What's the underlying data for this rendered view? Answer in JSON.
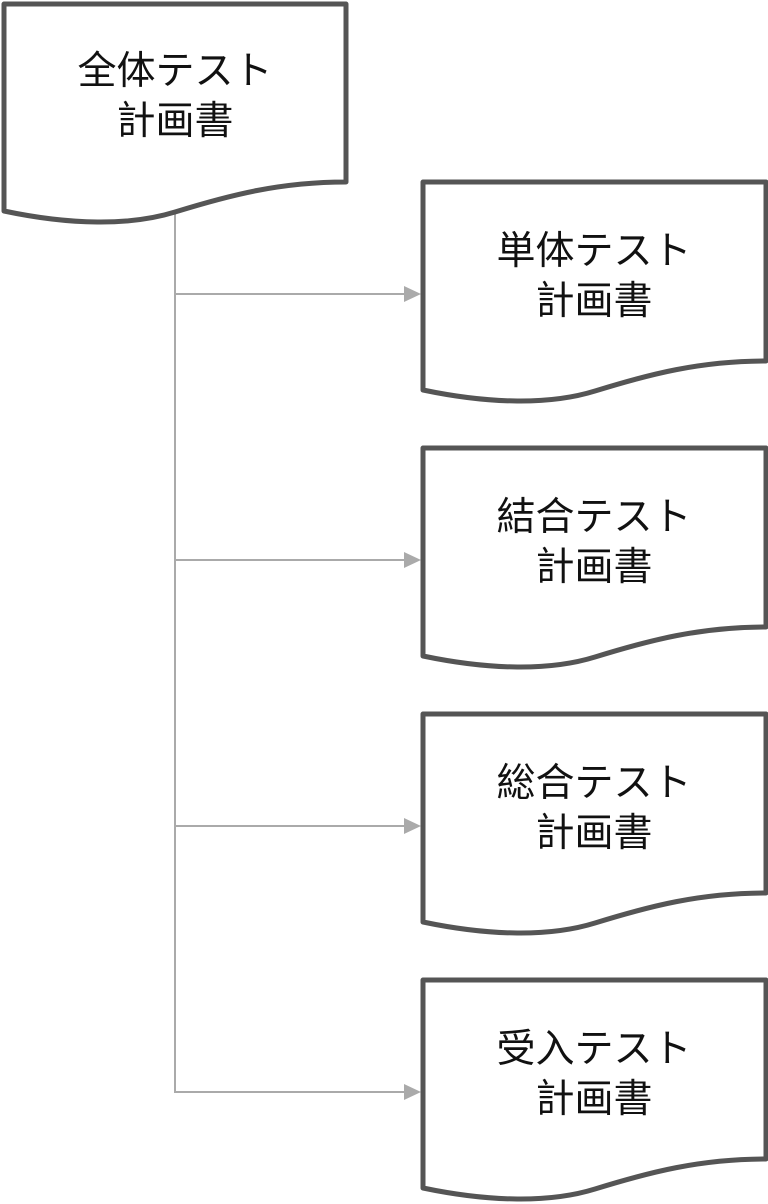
{
  "root": {
    "line1": "全体テスト",
    "line2": "計画書"
  },
  "children": [
    {
      "line1": "単体テスト",
      "line2": "計画書"
    },
    {
      "line1": "結合テスト",
      "line2": "計画書"
    },
    {
      "line1": "総合テスト",
      "line2": "計画書"
    },
    {
      "line1": "受入テスト",
      "line2": "計画書"
    }
  ],
  "colors": {
    "shape_stroke": "#555555",
    "connector": "#aaaaaa"
  }
}
